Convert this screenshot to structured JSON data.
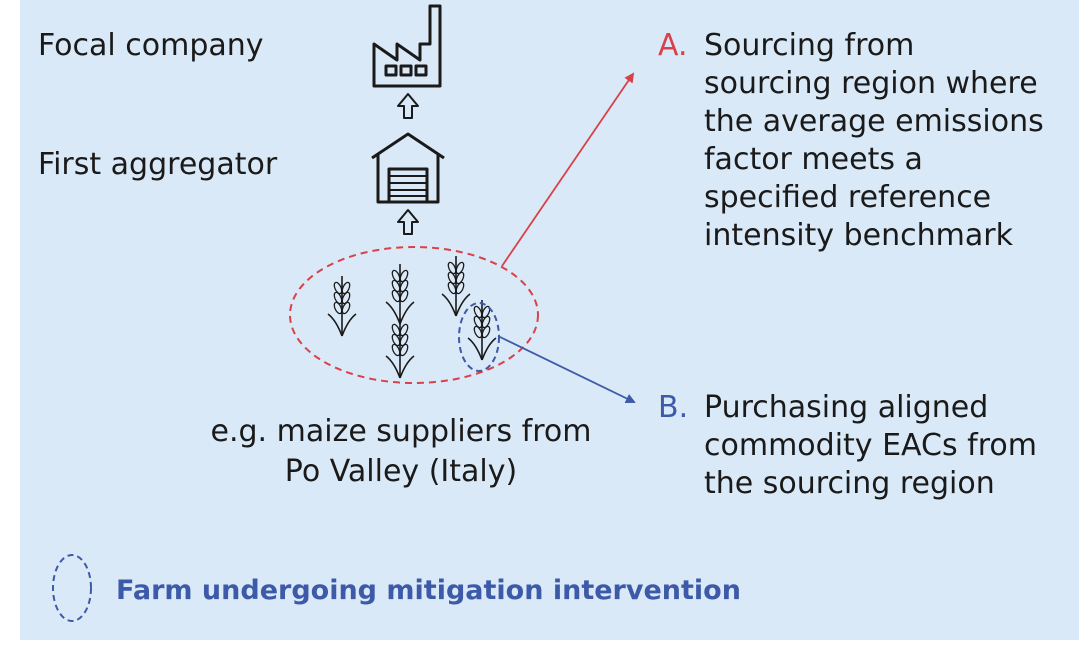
{
  "labels": {
    "focal_company": "Focal company",
    "first_aggregator": "First aggregator",
    "suppliers": "e.g. maize suppliers from\nPo Valley (Italy)"
  },
  "options": [
    {
      "letter": "A.",
      "text": "Sourcing from\nsourcing region where\nthe average emissions\nfactor meets a\nspecified reference\nintensity benchmark",
      "color": "#d9414a"
    },
    {
      "letter": "B.",
      "text": "Purchasing aligned\ncommodity EACs from\nthe sourcing region",
      "color": "#3d5aa8"
    }
  ],
  "legend": {
    "label": "Farm undergoing mitigation intervention"
  },
  "colors": {
    "background": "#dae9f7",
    "red": "#d9414a",
    "blue": "#3d5aa8",
    "icon": "#1a1a1a"
  },
  "icons": [
    "factory-icon",
    "warehouse-icon",
    "up-arrow-icon",
    "wheat-icon"
  ]
}
